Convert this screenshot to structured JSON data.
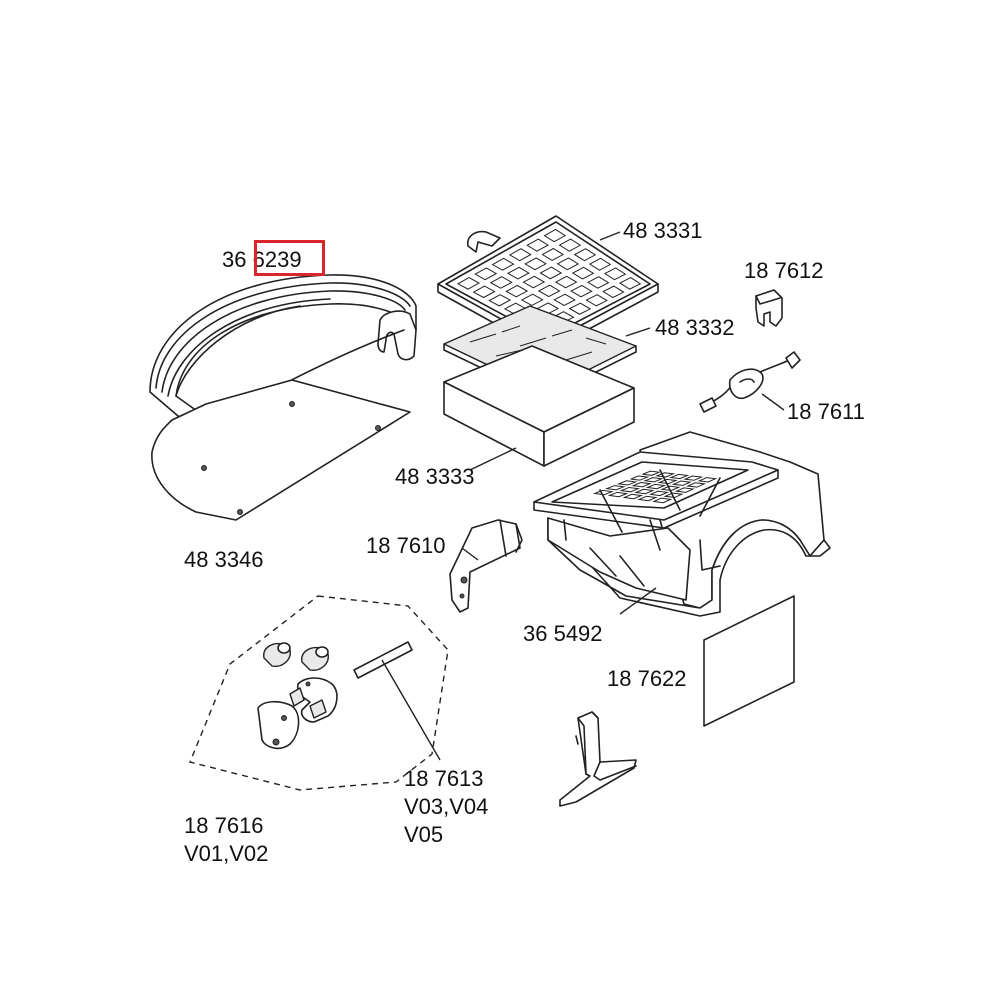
{
  "labels": {
    "p366239_prefix": "36",
    "p366239_suffix": "6239",
    "p483331": "48 3331",
    "p187612": "18 7612",
    "p483332": "48 3332",
    "p187611": "18 7611",
    "p483333": "48 3333",
    "p483346": "48 3346",
    "p187610": "18 7610",
    "p365492": "36 5492",
    "p187622": "18 7622",
    "p187613_line1": "18 7613",
    "p187613_line2": "V03,V04",
    "p187613_line3": "V05",
    "p187616_line1": "18 7616",
    "p187616_line2": "V01,V02"
  },
  "colors": {
    "line": "#222222",
    "highlight": "#d9262c",
    "background": "#ffffff"
  }
}
